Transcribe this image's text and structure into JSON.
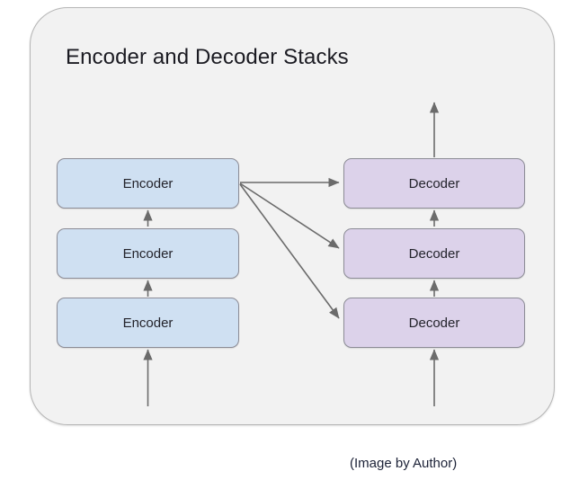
{
  "diagram": {
    "title": "Encoder and Decoder Stacks",
    "caption": "(Image by Author)",
    "panel": {
      "background_color": "#f2f2f2",
      "border_color": "#b5b5b5",
      "corner_radius": 42
    },
    "encoder_stack": {
      "label": "Encoder",
      "fill_color": "#cfe0f2",
      "border_color": "#8c8c96",
      "nodes": [
        {
          "label": "Encoder",
          "position": "top"
        },
        {
          "label": "Encoder",
          "position": "middle"
        },
        {
          "label": "Encoder",
          "position": "bottom"
        }
      ]
    },
    "decoder_stack": {
      "label": "Decoder",
      "fill_color": "#dcd2ea",
      "border_color": "#8c8c96",
      "nodes": [
        {
          "label": "Decoder",
          "position": "top"
        },
        {
          "label": "Decoder",
          "position": "middle"
        },
        {
          "label": "Decoder",
          "position": "bottom"
        }
      ]
    },
    "connectors": {
      "arrow_color": "#6b6b6b",
      "encoder_input_arrow": "input-into-bottom-encoder",
      "encoder_internal_arrows": 2,
      "decoder_input_arrow": "input-into-bottom-decoder",
      "decoder_internal_arrows": 2,
      "decoder_output_arrow": "output-from-top-decoder",
      "cross_attention_arrows": 3
    }
  }
}
